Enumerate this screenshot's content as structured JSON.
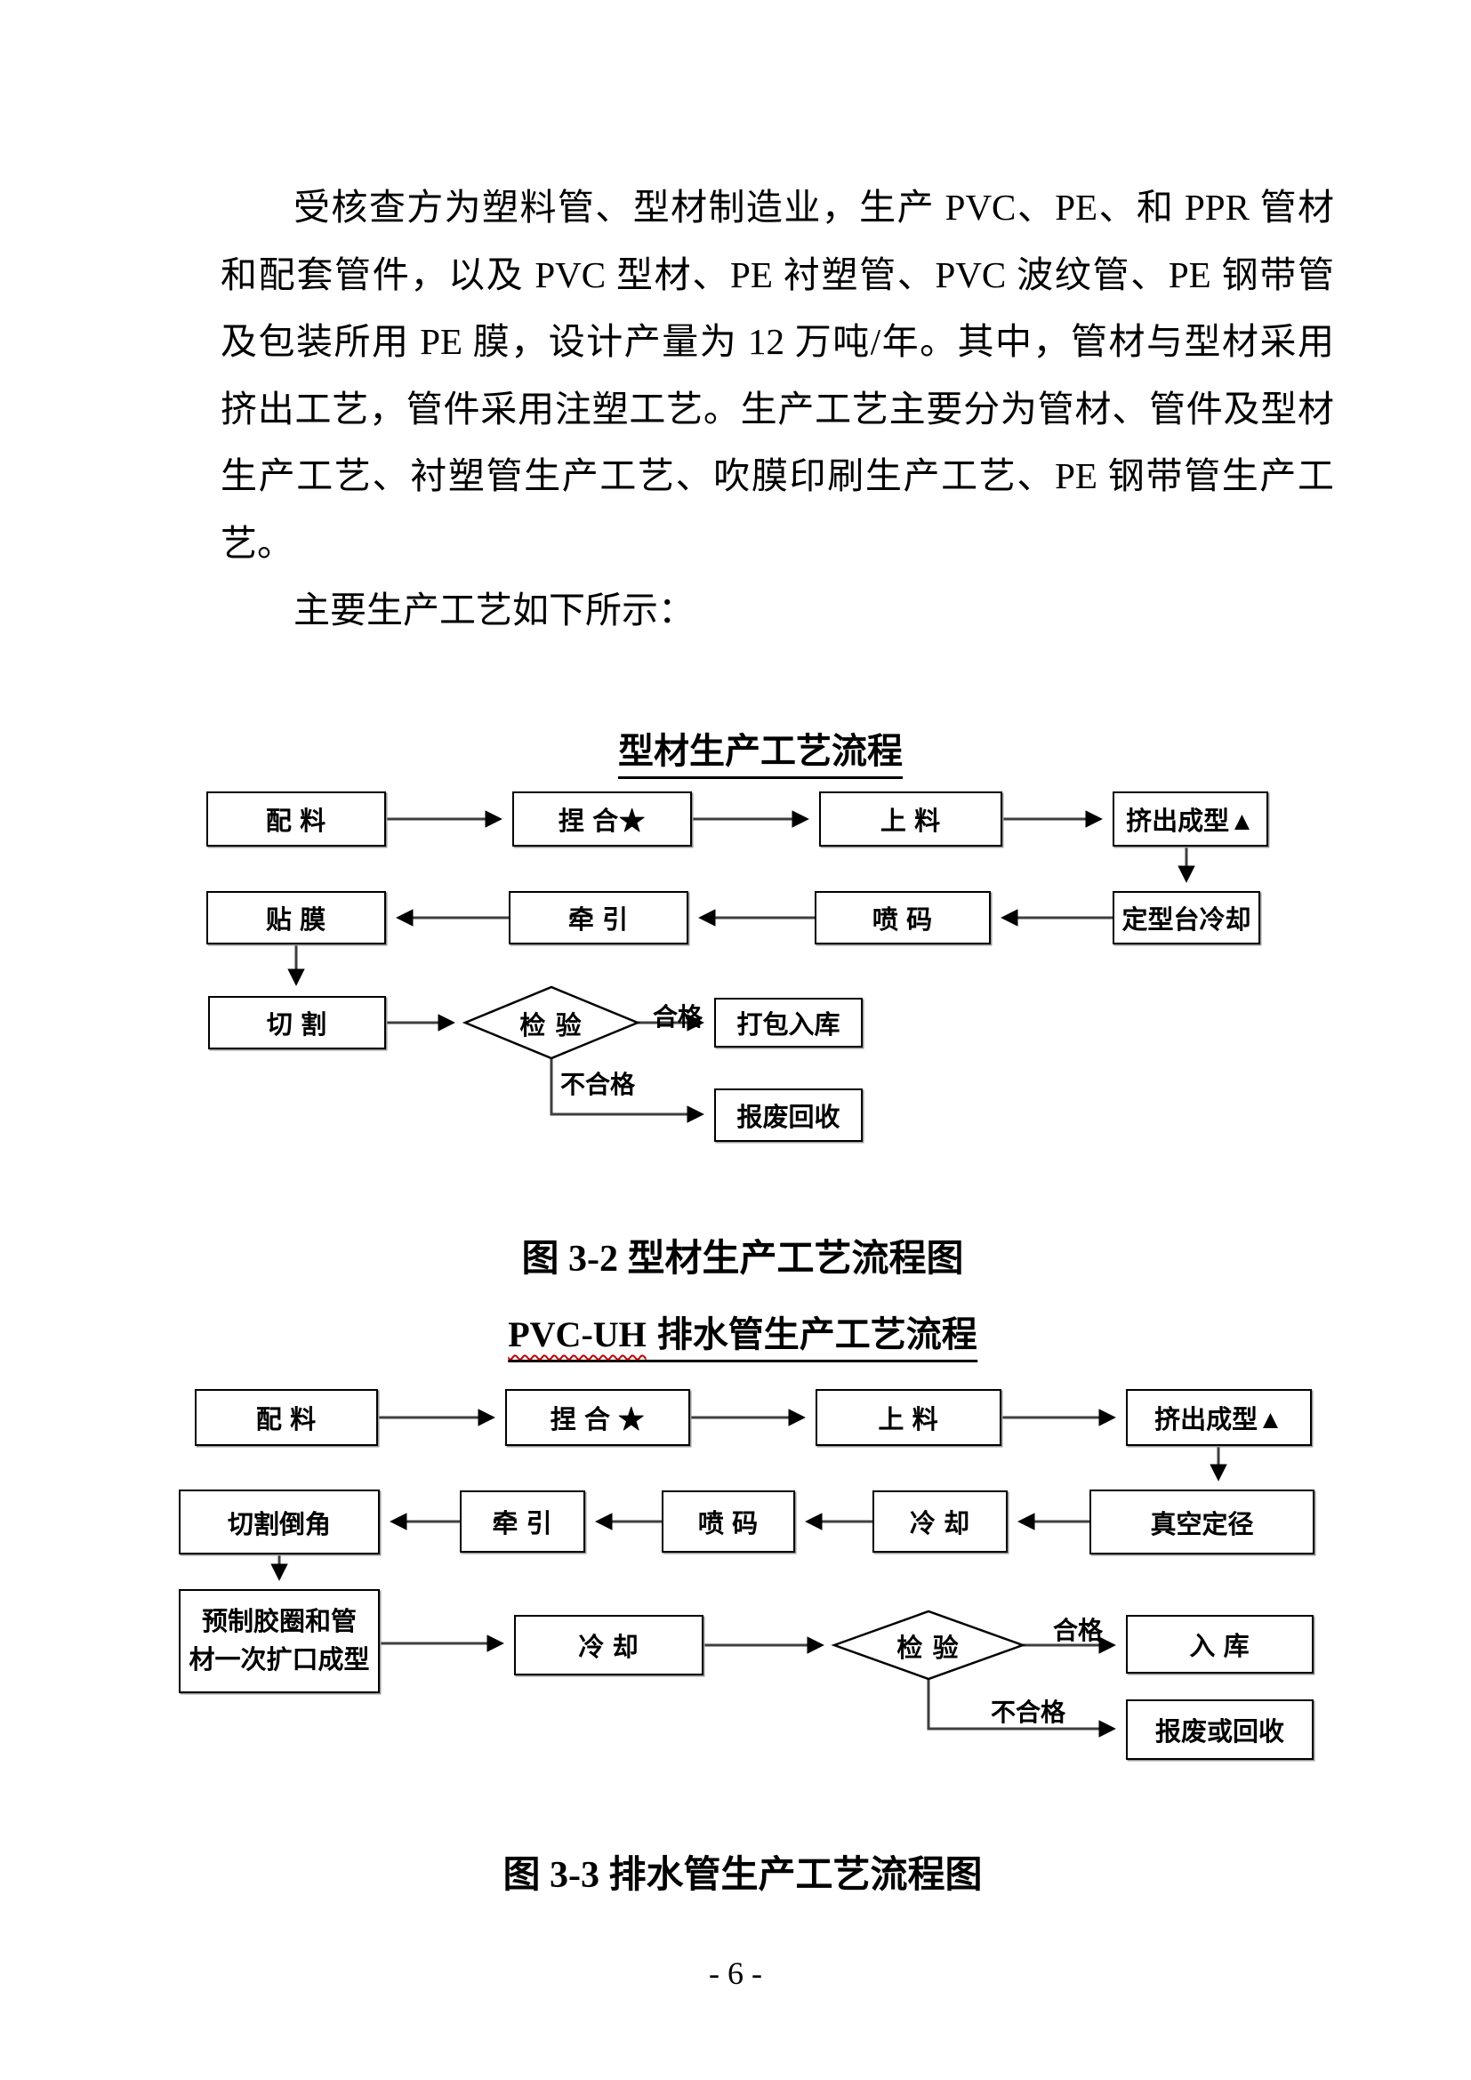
{
  "paragraph": {
    "lines": [
      "受核查方为塑料管、型材制造业，生产 PVC、PE、和 PPR 管材",
      "和配套管件，以及 PVC 型材、PE 衬塑管、PVC 波纹管、PE 钢带管",
      "及包装所用 PE 膜，设计产量为 12 万吨/年。其中，管材与型材采用",
      "挤出工艺，管件采用注塑工艺。生产工艺主要分为管材、管件及型材",
      "生产工艺、衬塑管生产工艺、吹膜印刷生产工艺、PE 钢带管生产工",
      "艺。",
      "主要生产工艺如下所示："
    ]
  },
  "chart1": {
    "title": "型材生产工艺流程",
    "caption": "图 3-2 型材生产工艺流程图",
    "nodes": {
      "batching": "配 料",
      "kneading": "捏 合★",
      "feeding": "上 料",
      "extrusion": "挤出成型▲",
      "laminating": "贴 膜",
      "traction": "牵 引",
      "coding": "喷 码",
      "cooling_table": "定型台冷却",
      "cutting": "切 割",
      "inspection": "检 验",
      "packing": "打包入库",
      "scrap": "报废回收"
    },
    "edge_labels": {
      "pass": "合格",
      "fail": "不合格"
    }
  },
  "chart2": {
    "title_latin": "PVC-UH",
    "title_rest": "排水管生产工艺流程",
    "caption": "图 3-3 排水管生产工艺流程图",
    "nodes": {
      "batching": "配 料",
      "kneading": "捏 合 ★",
      "feeding": "上 料",
      "extrusion": "挤出成型▲",
      "cutting_chamfer": "切割倒角",
      "traction": "牵 引",
      "coding": "喷 码",
      "cooling": "冷 却",
      "vacuum_sizing": "真空定径",
      "prefab_line1": "预制胶圈和管",
      "prefab_line2": "材一次扩口成型",
      "cooling2": "冷 却",
      "inspection": "检 验",
      "warehouse": "入 库",
      "scrap": "报废或回收"
    },
    "edge_labels": {
      "pass": "合格",
      "fail": "不合格"
    }
  },
  "footer": {
    "page_number": "- 6 -"
  },
  "colors": {
    "text": "#000000",
    "spellcheck_underline": "#c00000",
    "connector": "#3f3f3f"
  }
}
